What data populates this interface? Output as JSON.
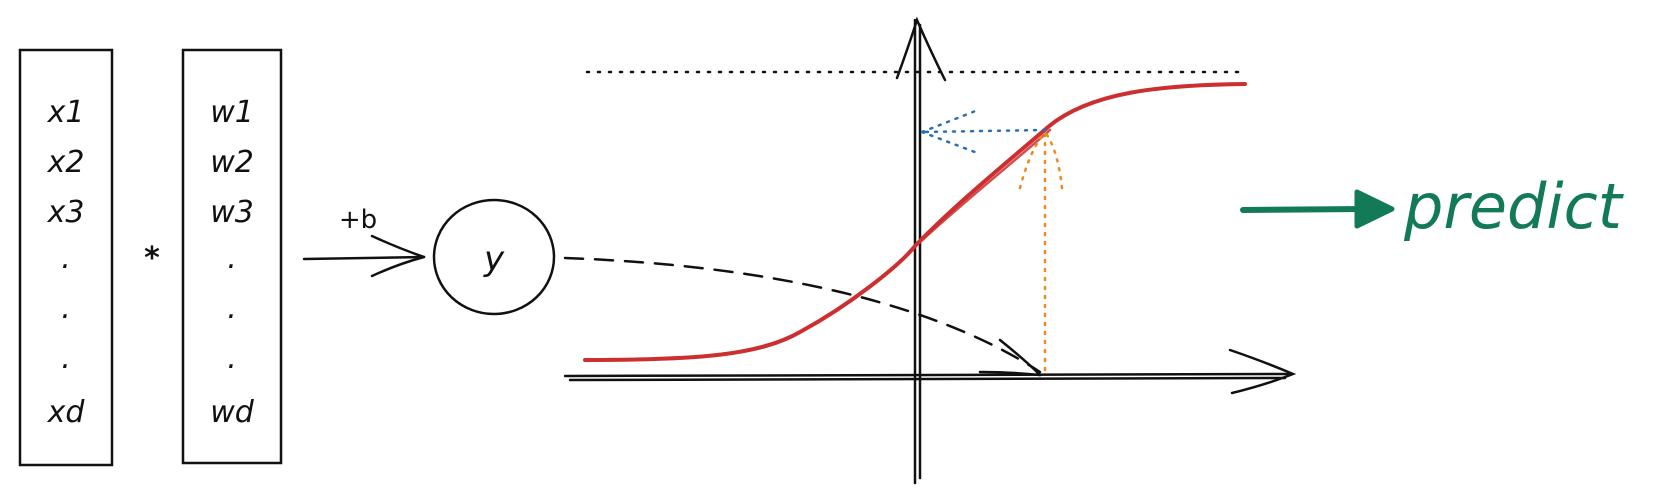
{
  "x_vector": [
    "x1",
    "x2",
    "x3",
    ".",
    ".",
    ".",
    "xd"
  ],
  "w_vector": [
    "w1",
    "w2",
    "w3",
    ".",
    ".",
    ".",
    "wd"
  ],
  "multiply_symbol": "*",
  "bias_label": "+b",
  "node_label": "y",
  "output_label": "predict",
  "colors": {
    "ink": "#111111",
    "sigmoid_curve": "#cc2f2f",
    "blue_dotted": "#2a6fb0",
    "orange_dotted": "#ec8a1c",
    "predict": "#137a57"
  }
}
